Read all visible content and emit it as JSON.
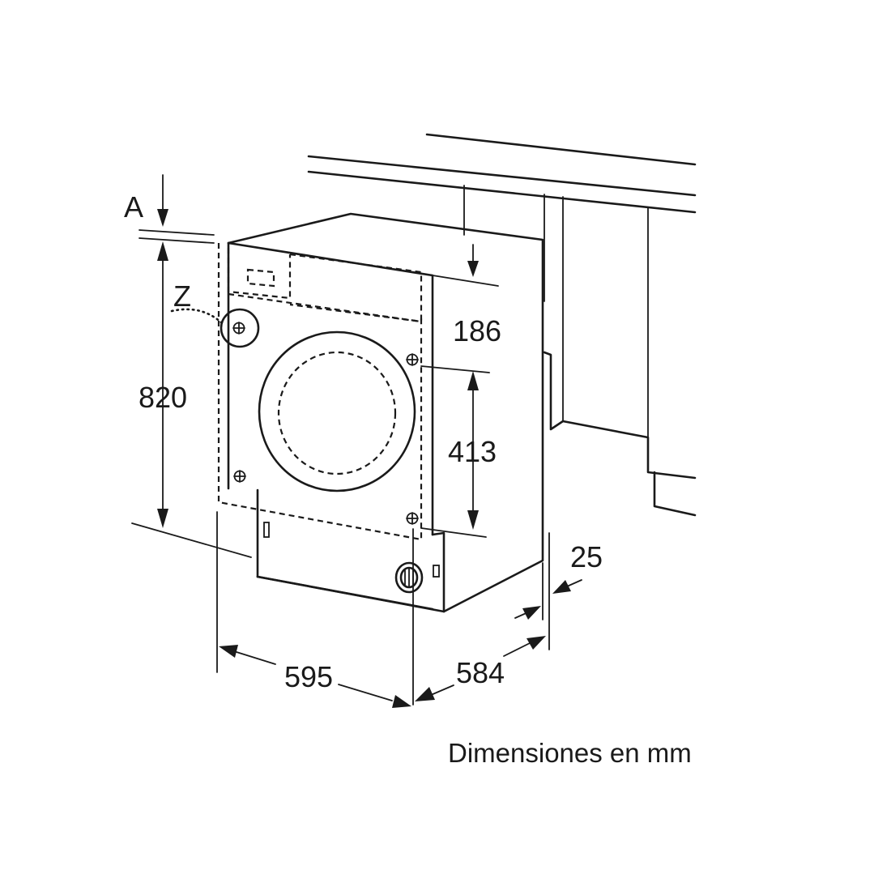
{
  "labels": {
    "a": "A",
    "z": "Z",
    "height": "820",
    "top_offset": "186",
    "fixing_distance": "413",
    "width": "595",
    "depth": "584",
    "front_recess": "25"
  },
  "caption": "Dimensiones en mm",
  "colors": {
    "line": "#1a1a1a",
    "background": "#ffffff"
  }
}
